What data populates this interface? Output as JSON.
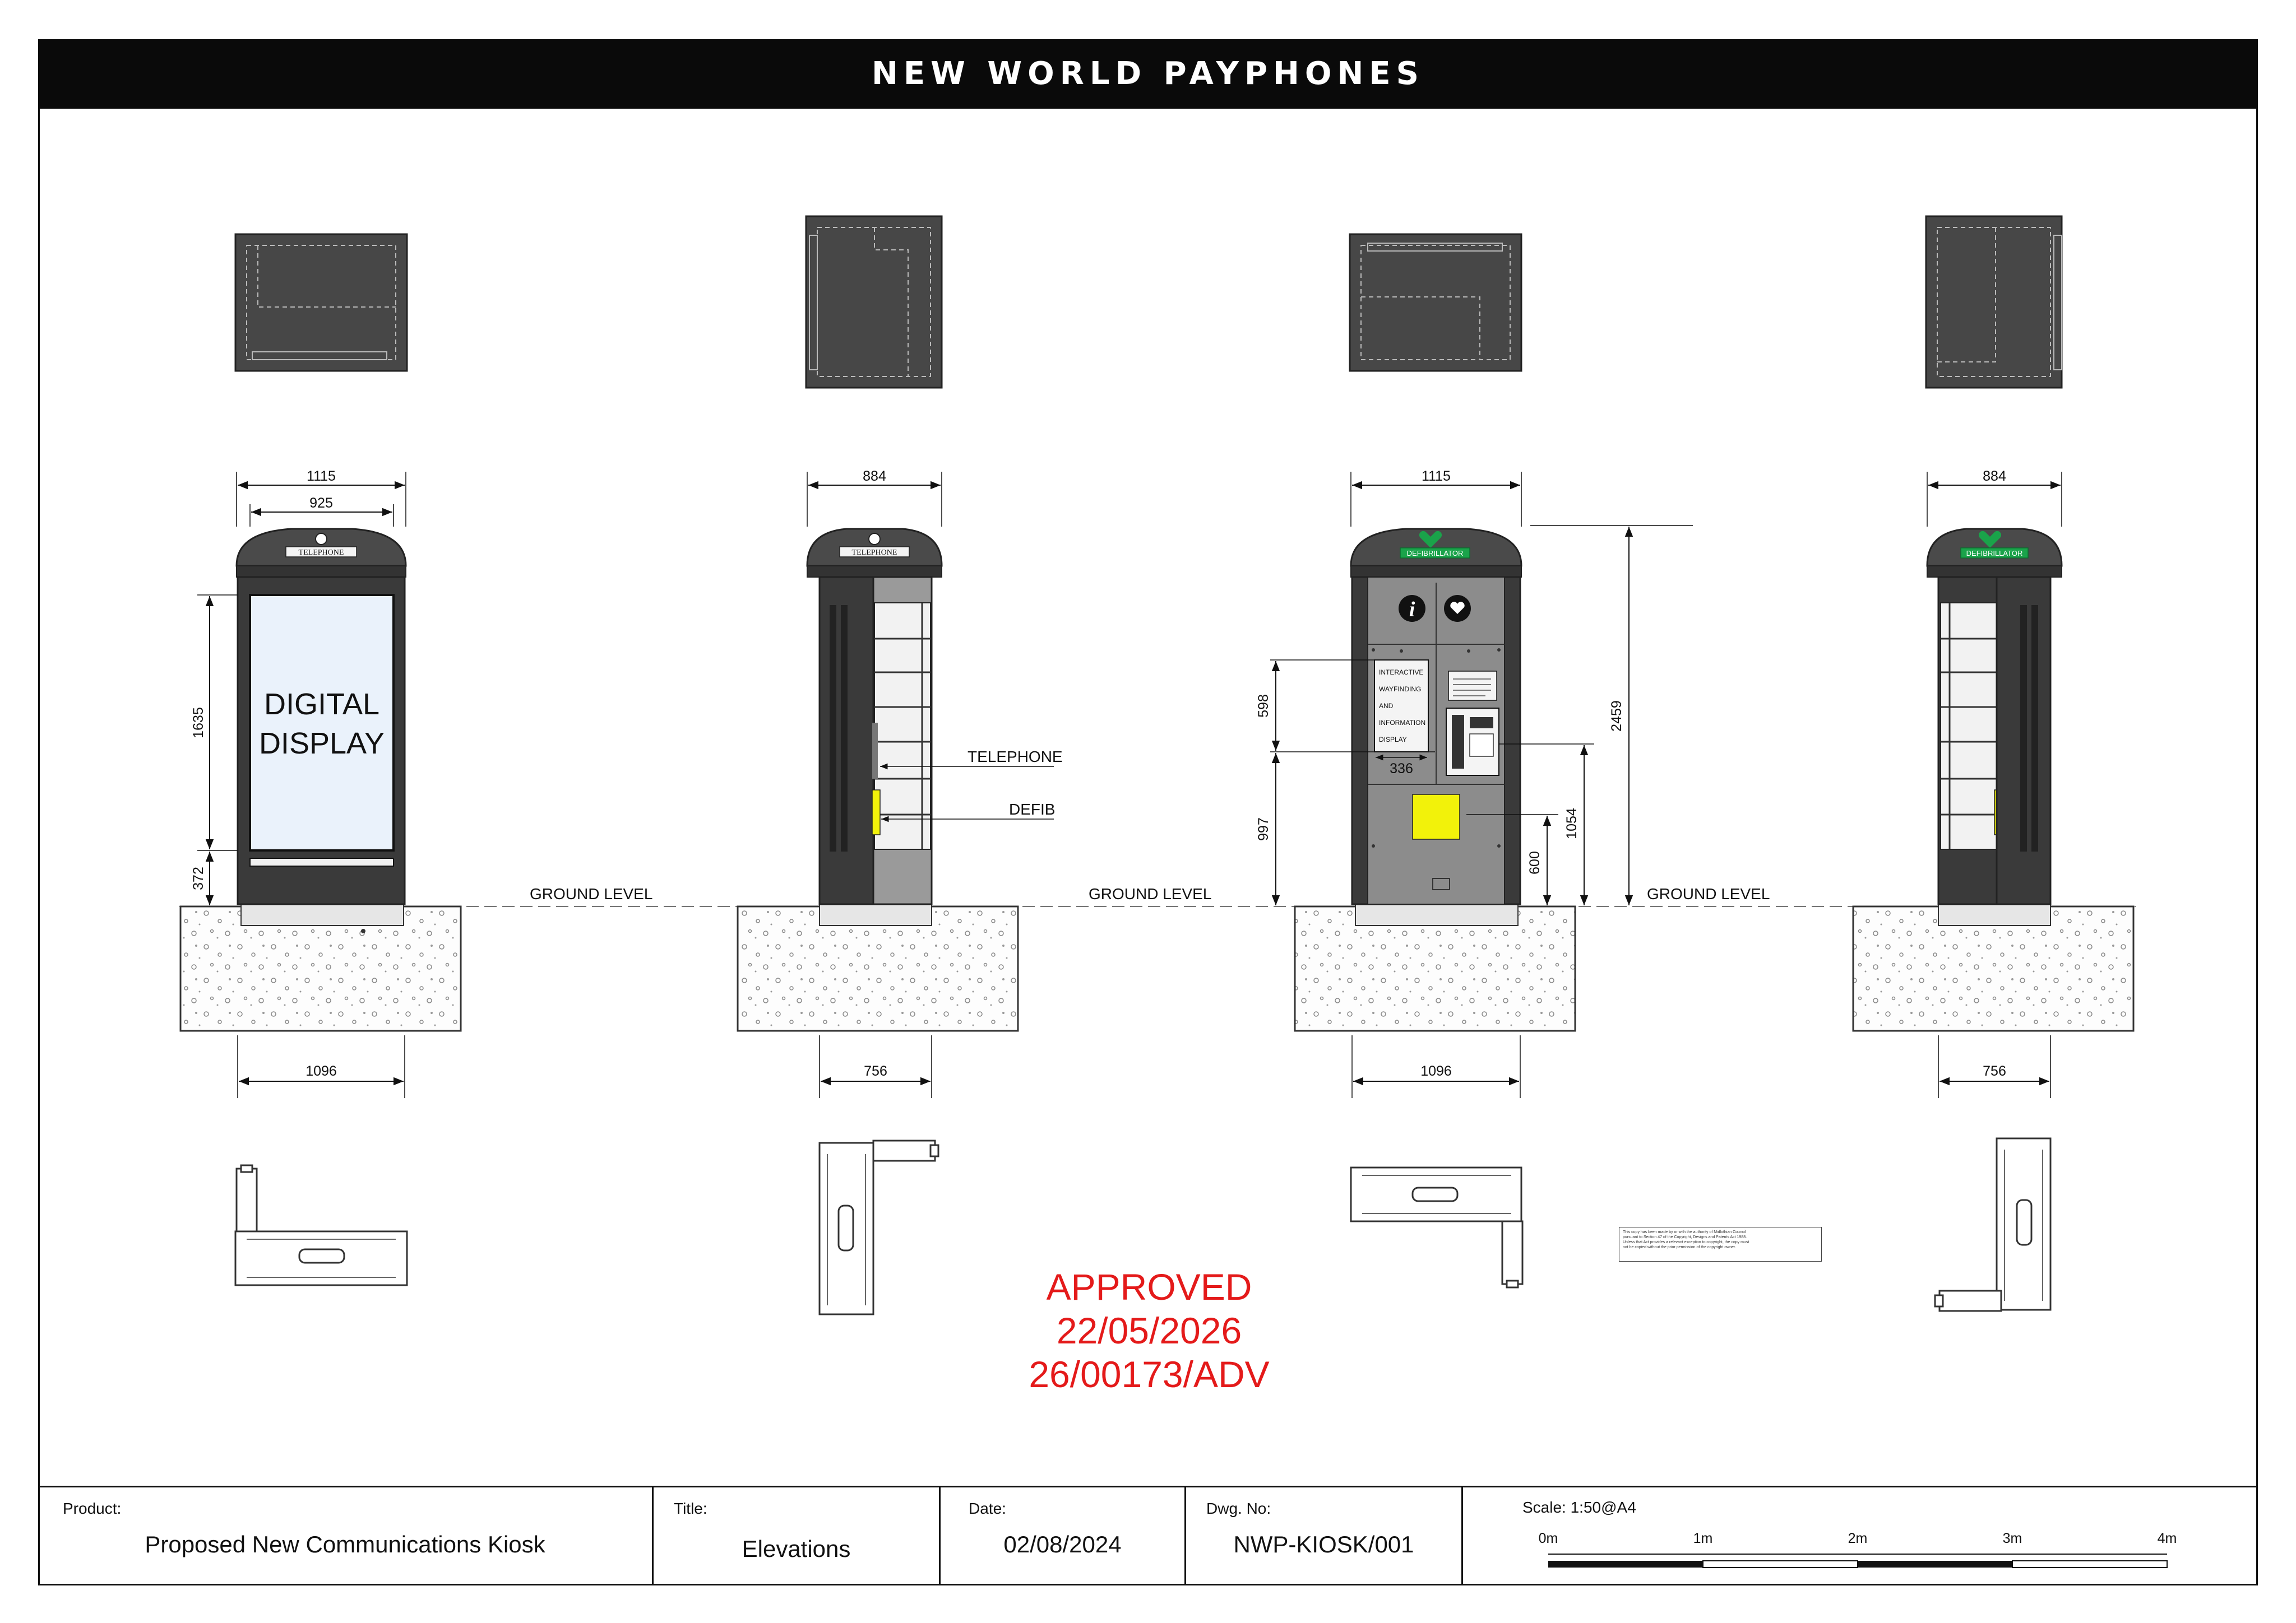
{
  "header": {
    "title": "NEW WORLD PAYPHONES"
  },
  "kiosks": {
    "front_a": {
      "sign": "TELEPHONE",
      "display": [
        "DIGITAL",
        "DISPLAY"
      ],
      "dims": {
        "top_width": "1115",
        "inner_width": "925",
        "display_height": "1635",
        "base_height": "372",
        "foot_width": "1096"
      }
    },
    "side_a": {
      "sign": "TELEPHONE",
      "callouts": [
        "TELEPHONE",
        "DEFIB"
      ],
      "dims": {
        "top_width": "884",
        "foot_width": "756"
      }
    },
    "front_b": {
      "sign": "DEFIBRILLATOR",
      "panel_text": [
        "INTERACTIVE",
        "WAYFINDING",
        "AND",
        "INFORMATION",
        "DISPLAY"
      ],
      "dims": {
        "top_width": "1115",
        "screen_height": "598",
        "screen_width": "336",
        "lower_height": "997",
        "phone_height": "1054",
        "defib_height": "600",
        "total_height": "2459",
        "foot_width": "1096"
      }
    },
    "side_b": {
      "sign": "DEFIBRILLATOR",
      "dims": {
        "top_width": "884",
        "foot_width": "756"
      }
    }
  },
  "ground": {
    "label": "GROUND LEVEL"
  },
  "stamp": {
    "line1": "APPROVED",
    "line2": "22/05/2026",
    "line3": "26/00173/ADV"
  },
  "title_block": {
    "product": {
      "label": "Product:",
      "value": "Proposed New Communications Kiosk"
    },
    "title": {
      "label": "Title:",
      "value": "Elevations"
    },
    "date": {
      "label": "Date:",
      "value": "02/08/2024"
    },
    "dwg": {
      "label": "Dwg. No:",
      "value": "NWP-KIOSK/001"
    },
    "scale": {
      "label": "Scale: 1:50@A4",
      "ticks": [
        "0m",
        "1m",
        "2m",
        "3m",
        "4m"
      ]
    }
  },
  "copyright_note": "This copy has been made by or with the authority of Midlothian Council pursuant to Section 47 of the Copyright, Designs and Patents Act 1988. Unless that Act provides a relevant exception to copyright, the copy must not be copied without the prior permission of the copyright owner.",
  "colors": {
    "kiosk_dark": "#3a3a3a",
    "kiosk_grey": "#8c8c8c",
    "defib_yellow": "#f2f20a",
    "sign_green": "#1aa34a",
    "stamp_red": "#e41a1a",
    "display_fill": "#eaf2fb"
  }
}
